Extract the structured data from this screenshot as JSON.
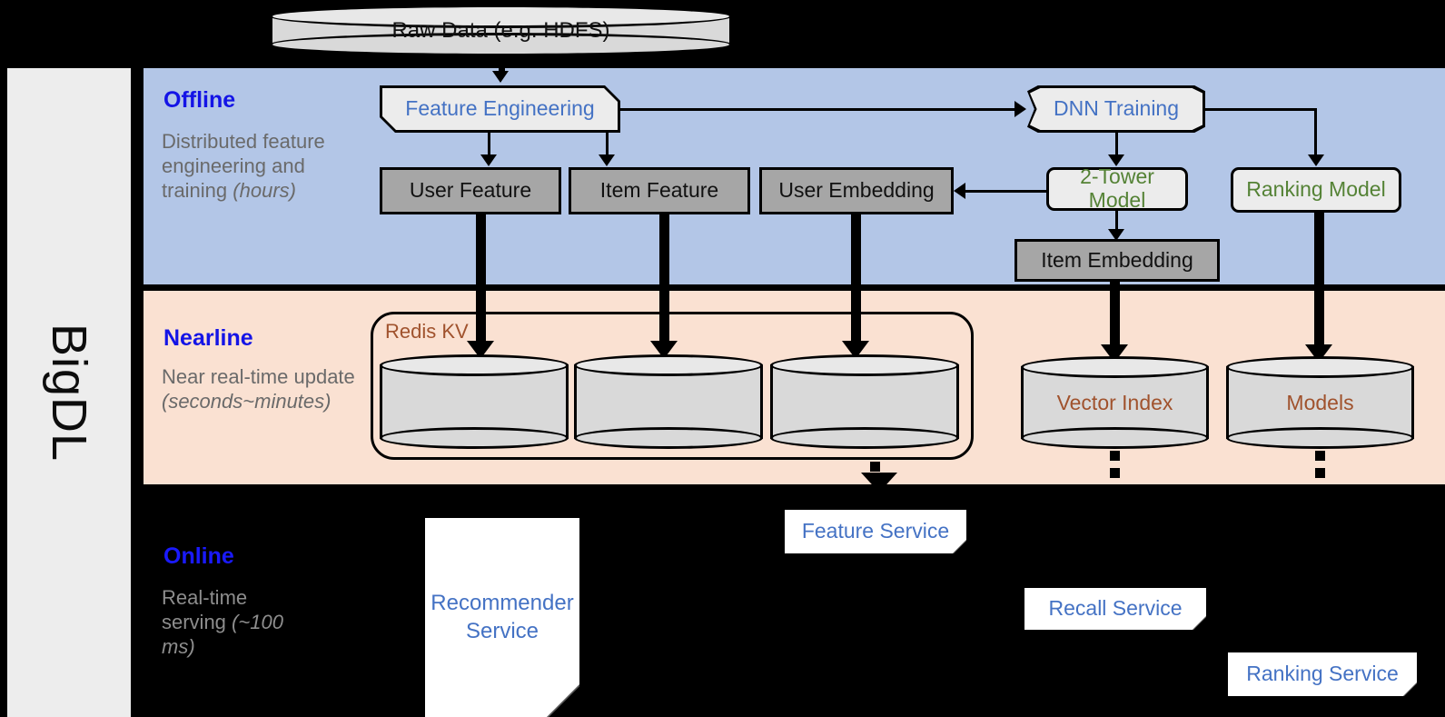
{
  "sidebar": {
    "label": "BigDL"
  },
  "bands": [
    {
      "key": "offline",
      "title": "Offline",
      "sub_line1": "Distributed feature",
      "sub_line2": "engineering and training ",
      "sub_em": "(hours)",
      "color": "#b3c6e7"
    },
    {
      "key": "nearline",
      "title": "Nearline",
      "sub_line1": "Near real-time update ",
      "sub_line2": "",
      "sub_em": "(seconds~minutes)",
      "color": "#fae1d2"
    },
    {
      "key": "online",
      "title": "Online",
      "sub_line1": "Real-time serving ",
      "sub_line2": "",
      "sub_em": "(~100 ms)",
      "color": "#000000"
    }
  ],
  "offline": {
    "title": "Offline",
    "subtitle_plain": "Distributed feature engineering and training ",
    "subtitle_em": "(hours)",
    "raw_data": "Raw Data (e.g. HDFS)",
    "feature_engineering": "Feature Engineering",
    "dnn_training": "DNN Training",
    "user_feature": "User Feature",
    "item_feature": "Item Feature",
    "user_embedding": "User Embedding",
    "two_tower_model": "2-Tower Model",
    "ranking_model": "Ranking Model",
    "item_embedding": "Item Embedding"
  },
  "nearline": {
    "title": "Nearline",
    "subtitle_plain": "Near real-time update ",
    "subtitle_em": "(seconds~minutes)",
    "redis_label": "Redis KV",
    "vector_index": "Vector Index",
    "models": "Models"
  },
  "online": {
    "title": "Online",
    "subtitle_plain": "Real-time serving ",
    "subtitle_em": "(~100 ms)",
    "recommender_service": "Recommender Service",
    "feature_service": "Feature Service",
    "recall_service": "Recall Service",
    "ranking_service": "Ranking Service"
  },
  "colors": {
    "offline_band": "#b3c6e7",
    "nearline_band": "#fae1d2",
    "online_band": "#000000",
    "band_title": "#1a1aff",
    "blue_text": "#4472c4",
    "green_text": "#548235",
    "brown_text": "#a0522d",
    "gray_box": "#a6a6a6",
    "sidebar_bg": "#ededed"
  }
}
